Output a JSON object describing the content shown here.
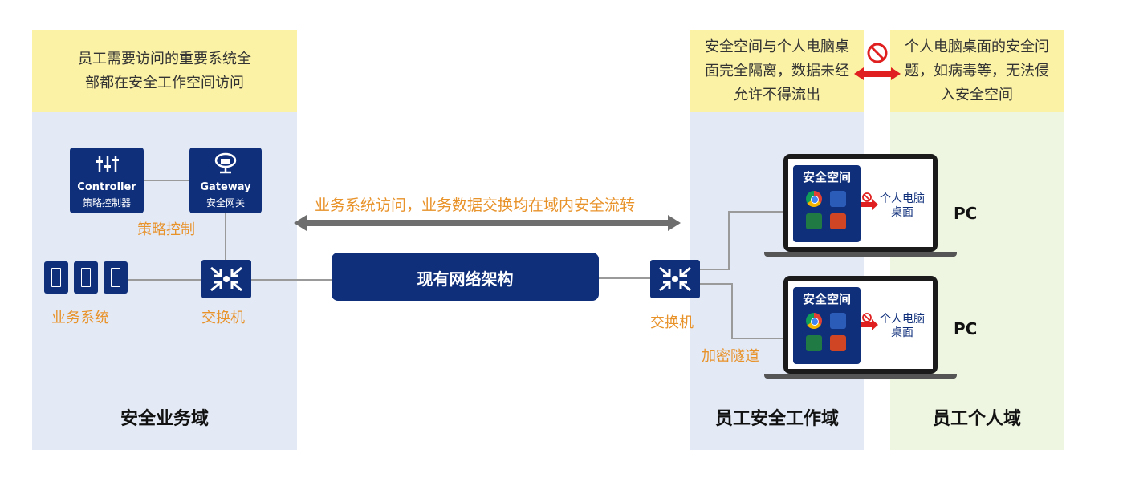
{
  "zones": {
    "business": {
      "title": "安全业务域",
      "note": "员工需要访问的重要系统全部都在安全工作空间访问"
    },
    "workspace": {
      "title": "员工安全工作域",
      "note": "安全空间与个人电脑桌面完全隔离，数据未经允许不得流出"
    },
    "personal": {
      "title": "员工个人域",
      "note": "个人电脑桌面的安全问题，如病毒等，无法侵入安全空间"
    }
  },
  "devices": {
    "controller": {
      "name": "Controller",
      "sub": "策略控制器"
    },
    "gateway": {
      "name": "Gateway",
      "sub": "安全网关"
    },
    "policy_label": "策略控制",
    "business_systems_label": "业务系统",
    "switch_left_label": "交换机",
    "switch_right_label": "交换机",
    "network_label": "现有网络架构",
    "tunnel_label": "加密隧道"
  },
  "flow_label": "业务系统访问，业务数据交换均在域内安全流转",
  "laptops": [
    {
      "panel_title": "安全空间",
      "desktop_label": "个人电脑桌面",
      "pc_label": "PC"
    },
    {
      "panel_title": "安全空间",
      "desktop_label": "个人电脑桌面",
      "pc_label": "PC"
    }
  ],
  "colors": {
    "navy": "#0f2f7b",
    "orange": "#e8922a",
    "note_yellow": "#fbf2a6",
    "zone_blue": "#e3e9f5",
    "zone_green": "#eef5e1",
    "red": "#e02020"
  }
}
